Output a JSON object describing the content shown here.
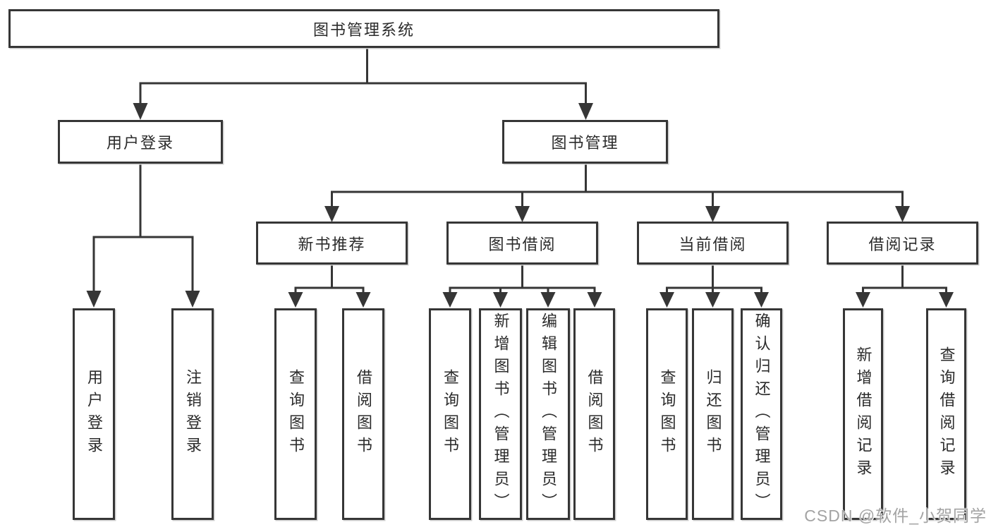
{
  "diagram": {
    "root": {
      "label": "图书管理系统"
    },
    "level2": {
      "user_login": {
        "label": "用户登录"
      },
      "book_management": {
        "label": "图书管理"
      }
    },
    "level3": {
      "new_book_recommend": {
        "label": "新书推荐"
      },
      "book_borrowing": {
        "label": "图书借阅"
      },
      "current_borrowing": {
        "label": "当前借阅"
      },
      "borrowing_records": {
        "label": "借阅记录"
      }
    },
    "leaves": {
      "user_login": {
        "label": "用户登录"
      },
      "logout": {
        "label": "注销登录"
      },
      "recommend_query_books": {
        "label": "查询图书"
      },
      "recommend_borrow_books": {
        "label": "借阅图书"
      },
      "borrowing_query_books": {
        "label": "查询图书"
      },
      "borrowing_add_books": {
        "label": "新增图书（管理员）"
      },
      "borrowing_edit_books": {
        "label": "编辑图书（管理员）"
      },
      "borrowing_borrow_books": {
        "label": "借阅图书"
      },
      "current_query_books": {
        "label": "查询图书"
      },
      "current_return_books": {
        "label": "归还图书"
      },
      "current_confirm_return": {
        "label": "确认归还（管理员）"
      },
      "records_add_record": {
        "label": "新增借阅记录"
      },
      "records_query_record": {
        "label": "查询借阅记录"
      }
    }
  },
  "watermark": {
    "text": "CSDN @软件_小贺同学"
  },
  "colors": {
    "line": "#363636",
    "box_border": "#363636",
    "text": "#2b2b2b",
    "watermark": "#a3a3a3",
    "background": "#ffffff"
  }
}
